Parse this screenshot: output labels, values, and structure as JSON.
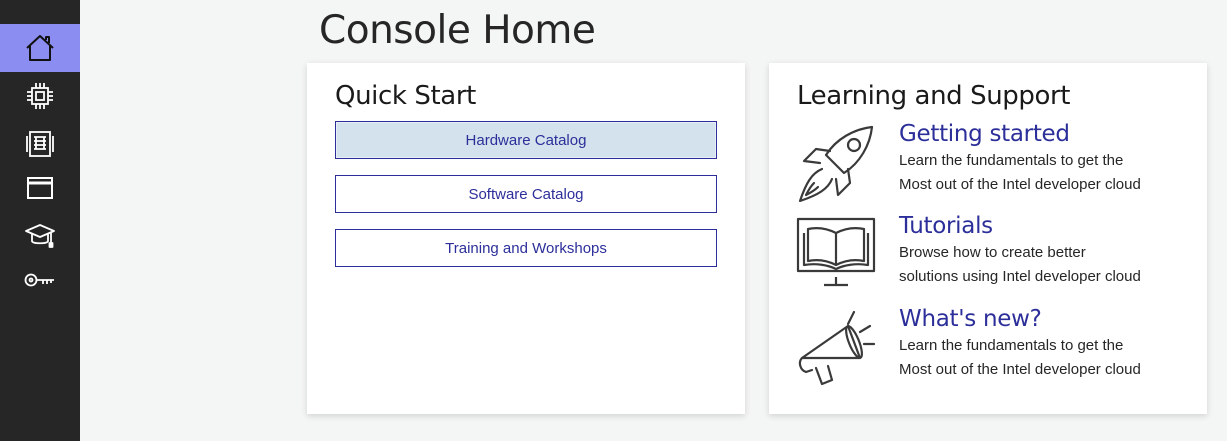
{
  "sidebar": {
    "items": [
      {
        "icon": "home-icon",
        "active": true
      },
      {
        "icon": "chip-icon",
        "active": false
      },
      {
        "icon": "server-rack-icon",
        "active": false
      },
      {
        "icon": "browser-window-icon",
        "active": false
      },
      {
        "icon": "graduation-cap-icon",
        "active": false
      },
      {
        "icon": "key-icon",
        "active": false
      }
    ],
    "active_color": "#8b8df0",
    "background": "#262626"
  },
  "page": {
    "title": "Console Home"
  },
  "quick_start": {
    "title": "Quick Start",
    "buttons": [
      {
        "label": "Hardware Catalog"
      },
      {
        "label": "Software Catalog"
      },
      {
        "label": "Training and Workshops"
      }
    ]
  },
  "learning": {
    "title": "Learning and Support",
    "items": [
      {
        "icon": "rocket-icon",
        "title": "Getting started",
        "line1": "Learn the fundamentals to get the",
        "line2": "Most out of the Intel developer cloud"
      },
      {
        "icon": "book-monitor-icon",
        "title": "Tutorials",
        "line1": "Browse how to create better",
        "line2": "solutions using Intel developer cloud"
      },
      {
        "icon": "megaphone-icon",
        "title": "What's new?",
        "line1": "Learn the fundamentals to get the",
        "line2": "Most out of the Intel developer cloud"
      }
    ]
  },
  "colors": {
    "accent": "#2c2f9a",
    "button_hover": "#d3e2ec"
  }
}
